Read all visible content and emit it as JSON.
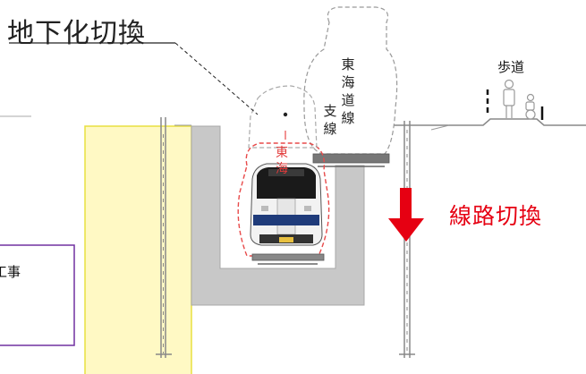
{
  "diagram": {
    "title": "地下化切換",
    "sidewalk_label": "歩道",
    "line_labels": {
      "tokaido_line": [
        "東",
        "海",
        "道",
        "線"
      ],
      "branch_line": [
        "支",
        "線"
      ]
    },
    "red_train_label": [
      "東",
      "海"
    ],
    "switch_label": "線路切換",
    "box_label": "工事"
  },
  "colors": {
    "accent_red": "#e60012",
    "retaining_wall_yellow": "#fff9c4",
    "concrete_gray": "#c8c8c8",
    "box_border_purple": "#7030a0"
  }
}
